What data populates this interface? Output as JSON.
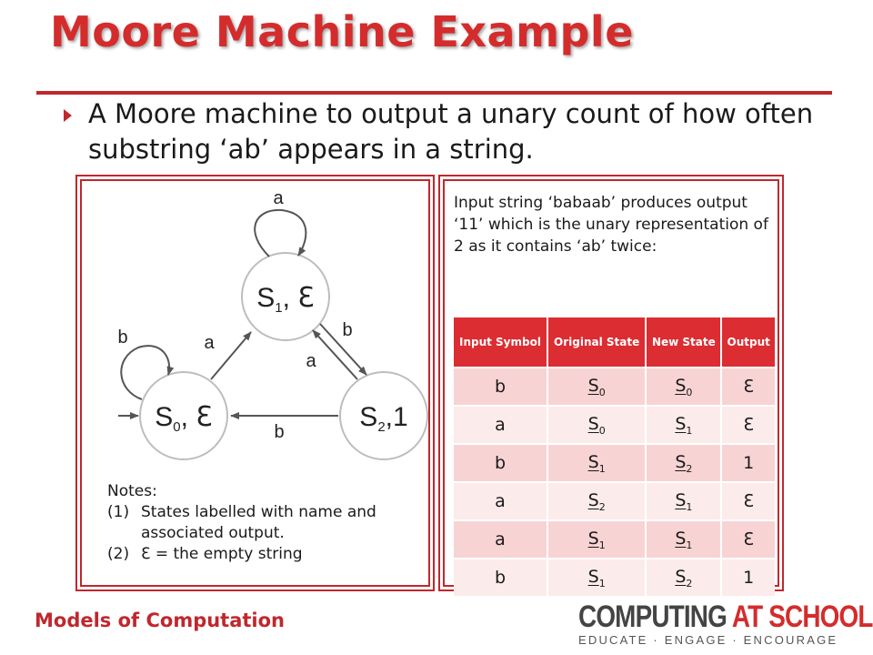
{
  "slide": {
    "title": "Moore Machine Example",
    "bullet": "A Moore machine to output a unary count of how often substring ‘ab’ appears in a string.",
    "footer": "Models of Computation"
  },
  "diagram": {
    "states": [
      {
        "name": "S",
        "sub": "1",
        "output": "ℇ"
      },
      {
        "name": "S",
        "sub": "0",
        "output": "ℇ"
      },
      {
        "name": "S",
        "sub": "2",
        "output": "1"
      }
    ],
    "edge_labels": {
      "s1_loop": "a",
      "s0_loop": "b",
      "s0_to_s1": "a",
      "s1_to_s2": "b",
      "s2_to_s1": "a",
      "s2_to_s0": "b"
    },
    "notes": {
      "heading": "Notes:",
      "items": [
        {
          "num": "(1)",
          "text": "States labelled with name and associated output."
        },
        {
          "num": "(2)",
          "text": "ℇ = the empty string"
        }
      ]
    }
  },
  "table_panel": {
    "description": "Input string ‘babaab’ produces output ‘11’ which is the unary representation of 2 as it contains ‘ab’ twice:",
    "headers": [
      "Input Symbol",
      "Original State",
      "New State",
      "Output"
    ],
    "rows": [
      {
        "input": "b",
        "orig": "0",
        "new": "0",
        "output": "ℇ"
      },
      {
        "input": "a",
        "orig": "0",
        "new": "1",
        "output": "ℇ"
      },
      {
        "input": "b",
        "orig": "1",
        "new": "2",
        "output": "1"
      },
      {
        "input": "a",
        "orig": "2",
        "new": "1",
        "output": "ℇ"
      },
      {
        "input": "a",
        "orig": "1",
        "new": "1",
        "output": "ℇ"
      },
      {
        "input": "b",
        "orig": "1",
        "new": "2",
        "output": "1"
      }
    ],
    "state_letter": "S"
  },
  "logo": {
    "word1": "COMPUTING",
    "word2": "AT SCHOOL",
    "tagline": "EDUCATE · ENGAGE · ENCOURAGE"
  },
  "colors": {
    "accent": "#c0272d",
    "title": "#d42c2c",
    "header_bg": "#dc2d32",
    "row_dark": "#f8d3d4",
    "row_light": "#fcebeb"
  }
}
